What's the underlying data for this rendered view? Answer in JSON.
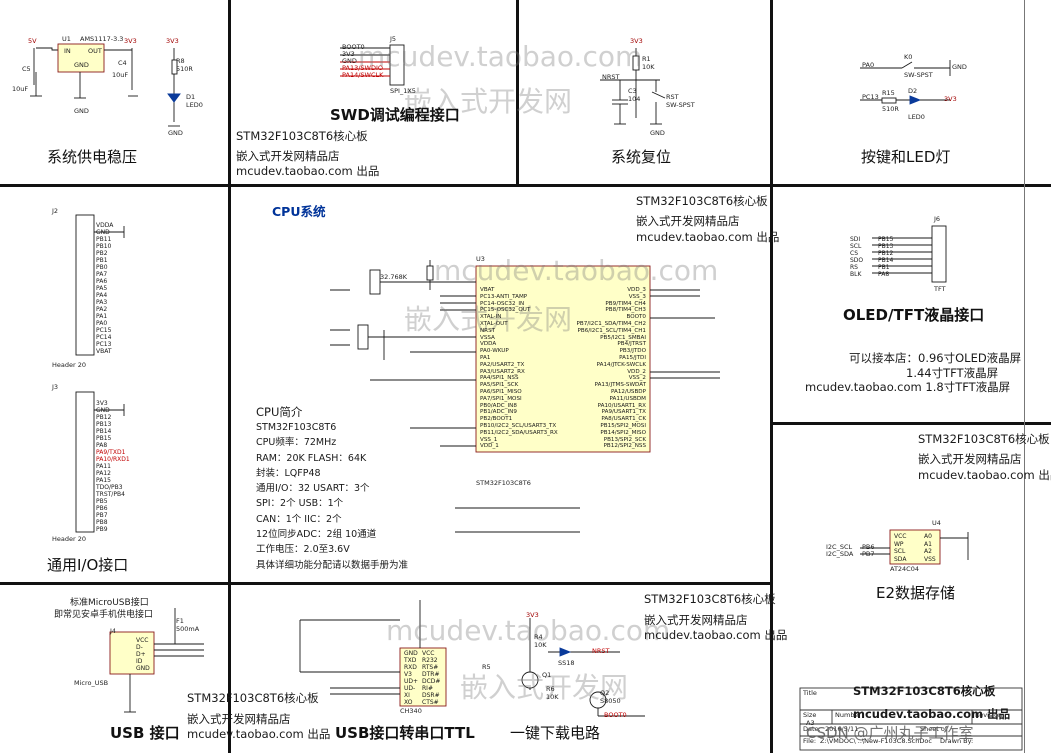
{
  "sections": {
    "power": {
      "title": "系统供电稳压",
      "pins": [
        "5V",
        "U1",
        "AMS1117-3.3",
        "3V3",
        "IN",
        "OUT",
        "GND",
        "C5",
        "10uF",
        "C4",
        "10uF",
        "GND",
        "3V3",
        "R8",
        "510R",
        "D1",
        "LED0",
        "GND"
      ]
    },
    "swd": {
      "title": "SWD调试编程接口",
      "shop1": "STM32F103C8T6核心板",
      "shop2": "嵌入式开发网精品店",
      "shop3": "mcudev.taobao.com  出品",
      "pins": [
        "BOOT0",
        "3V3",
        "GND",
        "PA13/SWDIO",
        "PA14/SWCLK",
        "J5",
        "SPI_1X5"
      ]
    },
    "reset": {
      "title": "系统复位",
      "pins": [
        "3V3",
        "R1",
        "10K",
        "NRST",
        "C3",
        "104",
        "RST",
        "SW-SPST",
        "GND"
      ]
    },
    "keyled": {
      "title": "按键和LED灯",
      "pins": [
        "PA0",
        "K0",
        "SW-SPST",
        "GND",
        "PC13",
        "R15",
        "510R",
        "D2",
        "3V3",
        "LED0"
      ]
    },
    "io": {
      "title": "通用I/O接口",
      "j2": "J2",
      "j2_header": "Header 20",
      "j3": "J3",
      "j3_header": "Header 20",
      "j2_pins": [
        "VDDA",
        "GND",
        "PB11",
        "PB10",
        "PB2",
        "PB1",
        "PB0",
        "PA7",
        "PA6",
        "PA5",
        "PA4",
        "PA3",
        "PA2",
        "PA1",
        "PA0",
        "PC15",
        "PC14",
        "PC13",
        "VBAT"
      ],
      "j3_pins": [
        "3V3",
        "GND",
        "PB12",
        "PB13",
        "PB14",
        "PB15",
        "PA8",
        "PA9/TXD1",
        "PA10/RXD1",
        "PA11",
        "PA12",
        "PA15",
        "TDO/PB3",
        "TRST/PB4",
        "PB5",
        "PB6",
        "PB7",
        "PB8",
        "PB9"
      ]
    },
    "cpu": {
      "title": "CPU系统",
      "shop1": "STM32F103C8T6核心板",
      "shop2": "嵌入式开发网精品店",
      "shop3": "mcudev.taobao.com  出品",
      "chip_name": "U3",
      "chip_part": "STM32F103C8T6",
      "crystal": "32.768K",
      "left_pins": [
        "VBAT",
        "PC13-ANTI_TAMP",
        "PC14-OSC32_IN",
        "PC15-OSC32_OUT",
        "XTAL-IN",
        "XTAL-OUT",
        "NRST",
        "VSSA",
        "VDDA",
        "PA0-WKUP",
        "PA1",
        "PA2/USART2_TX",
        "PA3/USART2_RX",
        "PA4/SPI1_NSS",
        "PA5/SPI1_SCK",
        "PA6/SPI1_MISO",
        "PA7/SPI1_MOSI",
        "PB0/ADC_IN8",
        "PB1/ADC_IN9",
        "PB2/BOOT1",
        "PB10/I2C2_SCL/USART3_TX",
        "PB11/I2C2_SDA/USART3_RX",
        "VSS_1",
        "VDD_1"
      ],
      "right_pins": [
        "VDD_3",
        "VSS_3",
        "PB9/TIM4_CH4",
        "PB8/TIM4_CH3",
        "BOOT0",
        "PB7/I2C1_SDA/TIM4_CH2",
        "PB6/I2C1_SCL/TIM4_CH1",
        "PB5/I2C1_SMBAI",
        "PB4/JTRST",
        "PB3/JTDO",
        "PA15/JTDI",
        "PA14/JTCK-SWCLK",
        "VDD_2",
        "VSS_2",
        "PA13/JTMS-SWDAT",
        "PA12/USBDP",
        "PA11/USBDM",
        "PA10/USART1_RX",
        "PA9/USART1_TX",
        "PA8/USART1_CK",
        "PB15/SPI2_MOSI",
        "PB14/SPI2_MISO",
        "PB13/SPI2_SCK",
        "PB12/SPI2_NSS"
      ],
      "intro": {
        "title": "CPU简介",
        "lines": [
          "STM32F103C8T6",
          "CPU频率：72MHz",
          "RAM：20K  FLASH：64K",
          "封装：LQFP48",
          "通用I/O：32      USART：3个",
          "SPI：2个           USB：1个",
          "CAN：1个          IIC：2个",
          "12位同步ADC：2组  10通道",
          "工作电压：2.0至3.6V",
          "具体详细功能分配请以数据手册为准"
        ]
      }
    },
    "oled": {
      "title": "OLED/TFT液晶接口",
      "j6": "J6",
      "j6_type": "TFT",
      "signals": [
        "SDI",
        "SCL",
        "CS",
        "SDO",
        "RS",
        "BLK"
      ],
      "nets": [
        "PB15",
        "PB13",
        "PB12",
        "PB14",
        "PB1",
        "PA8"
      ],
      "note1": "可以接本店：0.96寸OLED液晶屏",
      "note2": "1.44寸TFT液晶屏",
      "note3": "mcudev.taobao.com    1.8寸TFT液晶屏"
    },
    "eeprom": {
      "title": "E2数据存储",
      "shop1": "STM32F103C8T6核心板",
      "shop2": "嵌入式开发网精品店",
      "shop3": "mcudev.taobao.com  出品",
      "chip": "U4",
      "part": "AT24C04",
      "pins_l": [
        "VCC",
        "WP",
        "SCL",
        "SDA"
      ],
      "pins_r": [
        "A0",
        "A1",
        "A2",
        "VSS"
      ],
      "nets": [
        "I2C_SCL",
        "I2C_SDA",
        "PB6",
        "PB7"
      ]
    },
    "usb": {
      "title": "USB 接口",
      "note1": "标准MicroUSB接口",
      "note2": "即常见安卓手机供电接口",
      "shop1": "STM32F103C8T6核心板",
      "shop2": "嵌入式开发网精品店",
      "shop3": "mcudev.taobao.com  出品",
      "conn": "J4",
      "conn_type": "Micro_USB",
      "pins": [
        "VCC",
        "D-",
        "D+",
        "ID",
        "GND"
      ],
      "fuse": "F1",
      "fuse_val": "500mA"
    },
    "ttl": {
      "title": "USB接口转串口TTL",
      "chip": "CH340",
      "shop1": "STM32F103C8T6核心板",
      "shop2": "嵌入式开发网精品店",
      "shop3": "mcudev.taobao.com  出品",
      "pins_l": [
        "GND",
        "TXD",
        "RXD",
        "V3",
        "UD+",
        "UD-",
        "XI",
        "XO"
      ],
      "pins_r": [
        "VCC",
        "R232",
        "RTS#",
        "DTR#",
        "DCD#",
        "RI#",
        "DSR#",
        "CTS#"
      ]
    },
    "download": {
      "title": "一键下载电路",
      "nets": [
        "3V3",
        "R4",
        "10K",
        "SS18",
        "NRST",
        "R5",
        "Q1",
        "R6",
        "10K",
        "Q2",
        "S8050",
        "BOOT0"
      ]
    },
    "titleblock": {
      "title_label": "Title",
      "title": "STM32F103C8T6核心板",
      "size_label": "Size",
      "size": "A3",
      "number_label": "Number",
      "number": "mcudev.taobao.com 出品",
      "revision_label": "Revision",
      "date_label": "Date:",
      "date": "2016/5/11",
      "sheet_label": "Sheet  of",
      "file_label": "File:",
      "file": "Z:\\VMDOC\\ ..\\New-F103C8.SchDoc",
      "drawn_label": "Drawn By:"
    },
    "watermark": {
      "text1": "mcudev.taobao.com",
      "text2": "嵌入式开发网",
      "credit": "CSDN @广州丸子工作室"
    }
  }
}
